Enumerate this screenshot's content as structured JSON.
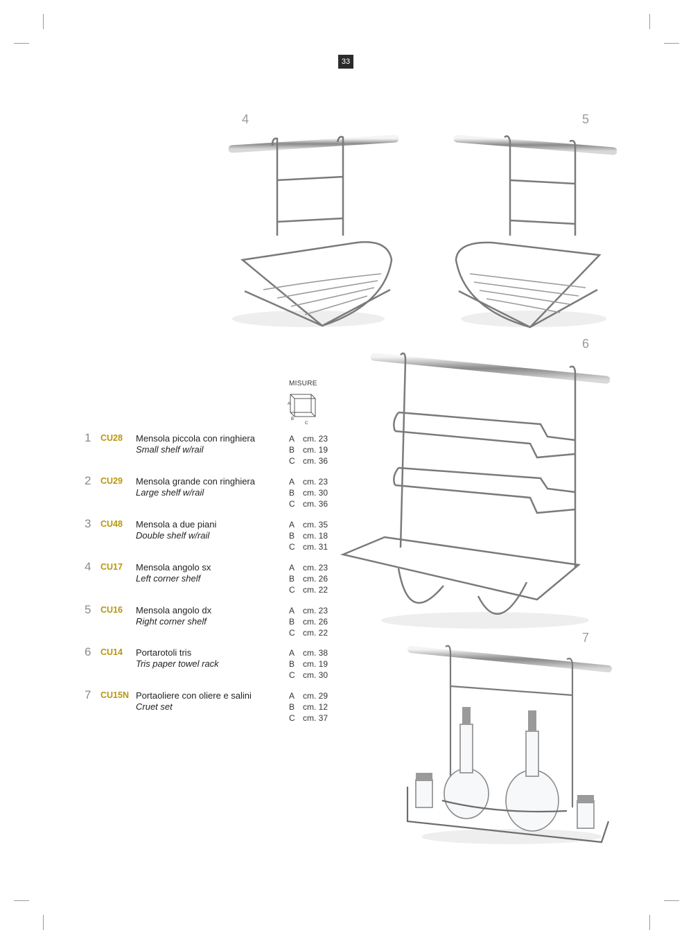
{
  "page_number": "33",
  "figure_numbers": [
    "4",
    "5",
    "6",
    "7"
  ],
  "misure_label": "MISURE",
  "cube_letters": [
    "A",
    "B",
    "C"
  ],
  "products": [
    {
      "num": "1",
      "code": "CU28",
      "name_it": "Mensola piccola con ringhiera",
      "name_en": "Small shelf w/rail",
      "dims": [
        {
          "l": "A",
          "v": "cm. 23"
        },
        {
          "l": "B",
          "v": "cm. 19"
        },
        {
          "l": "C",
          "v": "cm. 36"
        }
      ]
    },
    {
      "num": "2",
      "code": "CU29",
      "name_it": "Mensola grande con ringhiera",
      "name_en": "Large shelf w/rail",
      "dims": [
        {
          "l": "A",
          "v": "cm. 23"
        },
        {
          "l": "B",
          "v": "cm. 30"
        },
        {
          "l": "C",
          "v": "cm. 36"
        }
      ]
    },
    {
      "num": "3",
      "code": "CU48",
      "name_it": "Mensola a due piani",
      "name_en": "Double shelf w/rail",
      "dims": [
        {
          "l": "A",
          "v": "cm. 35"
        },
        {
          "l": "B",
          "v": "cm. 18"
        },
        {
          "l": "C",
          "v": "cm. 31"
        }
      ]
    },
    {
      "num": "4",
      "code": "CU17",
      "name_it": "Mensola angolo sx",
      "name_en": "Left corner shelf",
      "dims": [
        {
          "l": "A",
          "v": "cm. 23"
        },
        {
          "l": "B",
          "v": "cm. 26"
        },
        {
          "l": "C",
          "v": "cm. 22"
        }
      ]
    },
    {
      "num": "5",
      "code": "CU16",
      "name_it": "Mensola angolo dx",
      "name_en": "Right corner shelf",
      "dims": [
        {
          "l": "A",
          "v": "cm. 23"
        },
        {
          "l": "B",
          "v": "cm. 26"
        },
        {
          "l": "C",
          "v": "cm. 22"
        }
      ]
    },
    {
      "num": "6",
      "code": "CU14",
      "name_it": "Portarotoli tris",
      "name_en": "Tris paper towel rack",
      "dims": [
        {
          "l": "A",
          "v": "cm. 38"
        },
        {
          "l": "B",
          "v": "cm. 19"
        },
        {
          "l": "C",
          "v": "cm. 30"
        }
      ]
    },
    {
      "num": "7",
      "code": "CU15N",
      "name_it": "Portaoliere con oliere e salini",
      "name_en": "Cruet set",
      "dims": [
        {
          "l": "A",
          "v": "cm. 29"
        },
        {
          "l": "B",
          "v": "cm. 12"
        },
        {
          "l": "C",
          "v": "cm. 37"
        }
      ]
    }
  ],
  "colors": {
    "code_accent": "#b8960e",
    "chrome_dark": "#6d6d6d",
    "chrome_light": "#e6e6e6"
  }
}
